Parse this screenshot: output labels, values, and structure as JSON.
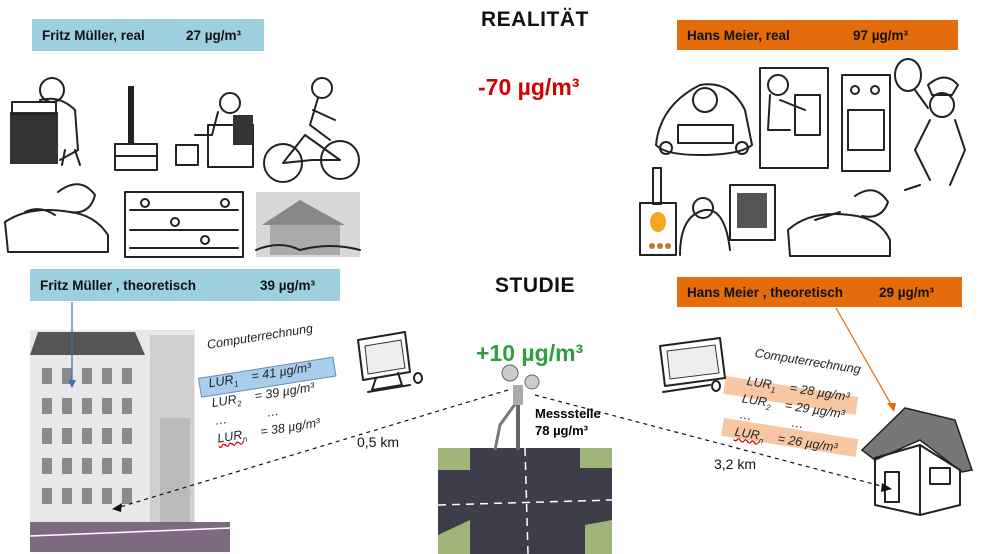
{
  "header": {
    "reality_title": "REALITÄT",
    "study_title": "STUDIE"
  },
  "fritz": {
    "real_label": "Fritz Müller, real",
    "real_value": "27 µg/m³",
    "theory_label": "Fritz Müller , theoretisch",
    "theory_value": "39 µg/m³"
  },
  "hans": {
    "real_label": "Hans Meier, real",
    "real_value": "97 µg/m³",
    "theory_label": "Hans Meier , theoretisch",
    "theory_value": "29 µg/m³"
  },
  "differences": {
    "reality": "-70 µg/m³",
    "study": "+10 µg/m³"
  },
  "station": {
    "label": "Messstelle",
    "value": "78 µg/m³"
  },
  "calc_left": {
    "title": "Computerrechnung",
    "rows": [
      {
        "name": "LUR",
        "sub": "1",
        "value": "= 41 µg/m³"
      },
      {
        "name": "LUR",
        "sub": "2",
        "value": "= 39 µg/m³"
      },
      {
        "name": "…",
        "sub": "",
        "value": "…"
      },
      {
        "name": "LUR",
        "sub": "n",
        "value": "= 38 µg/m³"
      }
    ]
  },
  "calc_right": {
    "title": "Computerrechnung",
    "rows": [
      {
        "name": "LUR",
        "sub": "1",
        "value": "= 28 µg/m³"
      },
      {
        "name": "LUR",
        "sub": "2",
        "value": "= 29 µg/m³"
      },
      {
        "name": "…",
        "sub": "",
        "value": "…"
      },
      {
        "name": "LUR",
        "sub": "n",
        "value": "= 26 µg/m³"
      }
    ]
  },
  "distances": {
    "left": "0,5 km",
    "right": "3,2 km"
  },
  "colors": {
    "fritz_box": "#9dd0df",
    "hans_box": "#e46c0a",
    "negative": "#d00000",
    "positive": "#2e9e3e",
    "highlight_blue": "#a9cdec",
    "highlight_orange": "#f7c6a3"
  },
  "icons": [
    "cooking-man-illustration",
    "tv-illustration",
    "armchair-man-illustration",
    "cyclist-illustration",
    "sleeping-man-illustration",
    "office-illustration",
    "garden-illustration",
    "car-driver-illustration",
    "bbq-man-illustration",
    "stove-illustration",
    "chef-illustration",
    "fireplace-illustration",
    "woman-tv-illustration",
    "sleeping-man-illustration",
    "apartment-building-illustration",
    "computer-left-icon",
    "computer-right-icon",
    "measuring-station-illustration",
    "intersection-illustration",
    "house-illustration"
  ]
}
